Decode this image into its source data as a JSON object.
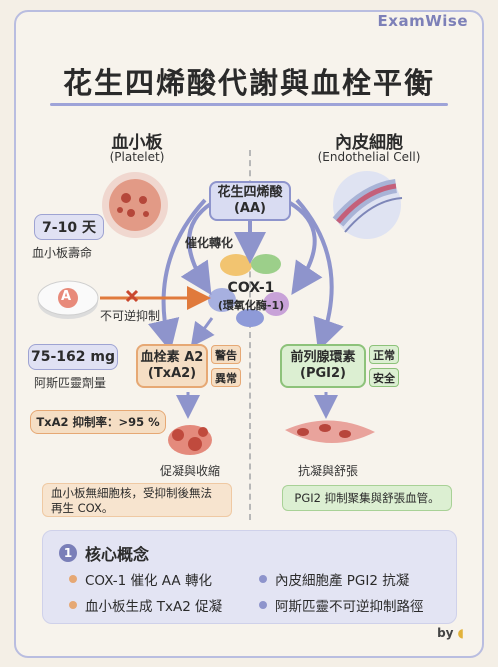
{
  "brand": "ExamWise",
  "title": "花生四烯酸代謝與血栓平衡",
  "platelet": {
    "title": "血小板",
    "subtitle": "(Platelet)"
  },
  "endothelial": {
    "title": "內皮細胞",
    "subtitle": "(Endothelial Cell)"
  },
  "aa": {
    "line1": "花生四烯酸",
    "line2": "(AA)"
  },
  "catalyze_label": "催化轉化",
  "cox": {
    "line1": "COX-1",
    "line2": "(環氧化酶-1)"
  },
  "lifespan": {
    "value": "7-10 天",
    "label": "血小板壽命"
  },
  "aspirin": {
    "letter": "A",
    "block_label": "不可逆抑制"
  },
  "dose": {
    "value": "75-162 mg",
    "label": "阿斯匹靈劑量"
  },
  "txa2": {
    "line1": "血栓素 A2",
    "line2": "(TxA2)",
    "tag1": "警告",
    "tag2": "異常"
  },
  "pgi2": {
    "line1": "前列腺環素",
    "line2": "(PGI2)",
    "tag1": "正常",
    "tag2": "安全"
  },
  "inhibition_rate": "TxA2 抑制率：>95 %",
  "clot_label": "促凝與收縮",
  "anti_label": "抗凝與舒張",
  "note_platelet": "血小板無細胞核，受抑制後無法再生 COX。",
  "note_endo": "PGI2 抑制聚集與舒張血管。",
  "concepts": {
    "number": "1",
    "heading": "核心概念",
    "items": [
      "COX-1 催化 AA 轉化",
      "內皮細胞產 PGI2 抗凝",
      "血小板生成 TxA2 促凝",
      "阿斯匹靈不可逆抑制路徑"
    ]
  },
  "by": "by",
  "colors": {
    "accent": "#7d80b8",
    "orange": "#e6a874",
    "green": "#8dc27a",
    "arrow": "#8e94cc"
  }
}
